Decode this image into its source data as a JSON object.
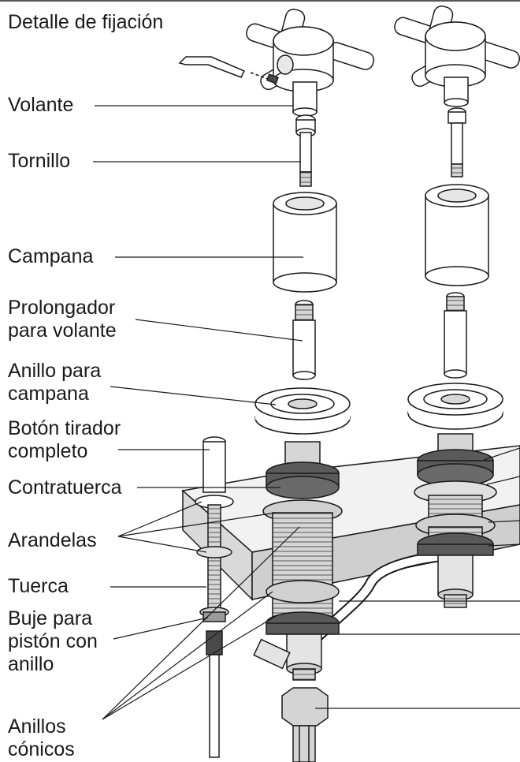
{
  "title": "Detalle de fijación",
  "labels": {
    "volante": "Volante",
    "tornillo": "Tornillo",
    "campana": "Campana",
    "prolongador_1": "Prolongador",
    "prolongador_2": "para volante",
    "anillo_1": "Anillo para",
    "anillo_2": "campana",
    "boton_1": "Botón tirador",
    "boton_2": "completo",
    "contratuerca": "Contratuerca",
    "arandelas": "Arandelas",
    "tuerca": "Tuerca",
    "buje_1": "Buje para",
    "buje_2": "pistón con",
    "buje_3": "anillo",
    "conicos_1": "Anillos",
    "conicos_2": "cónicos"
  },
  "colors": {
    "line": "#1a1a1a",
    "part_fill": "#ffffff",
    "part_gray": "#c8c8c8",
    "part_dark": "#5a5a5a",
    "counter_top": "#d9d9d9"
  }
}
